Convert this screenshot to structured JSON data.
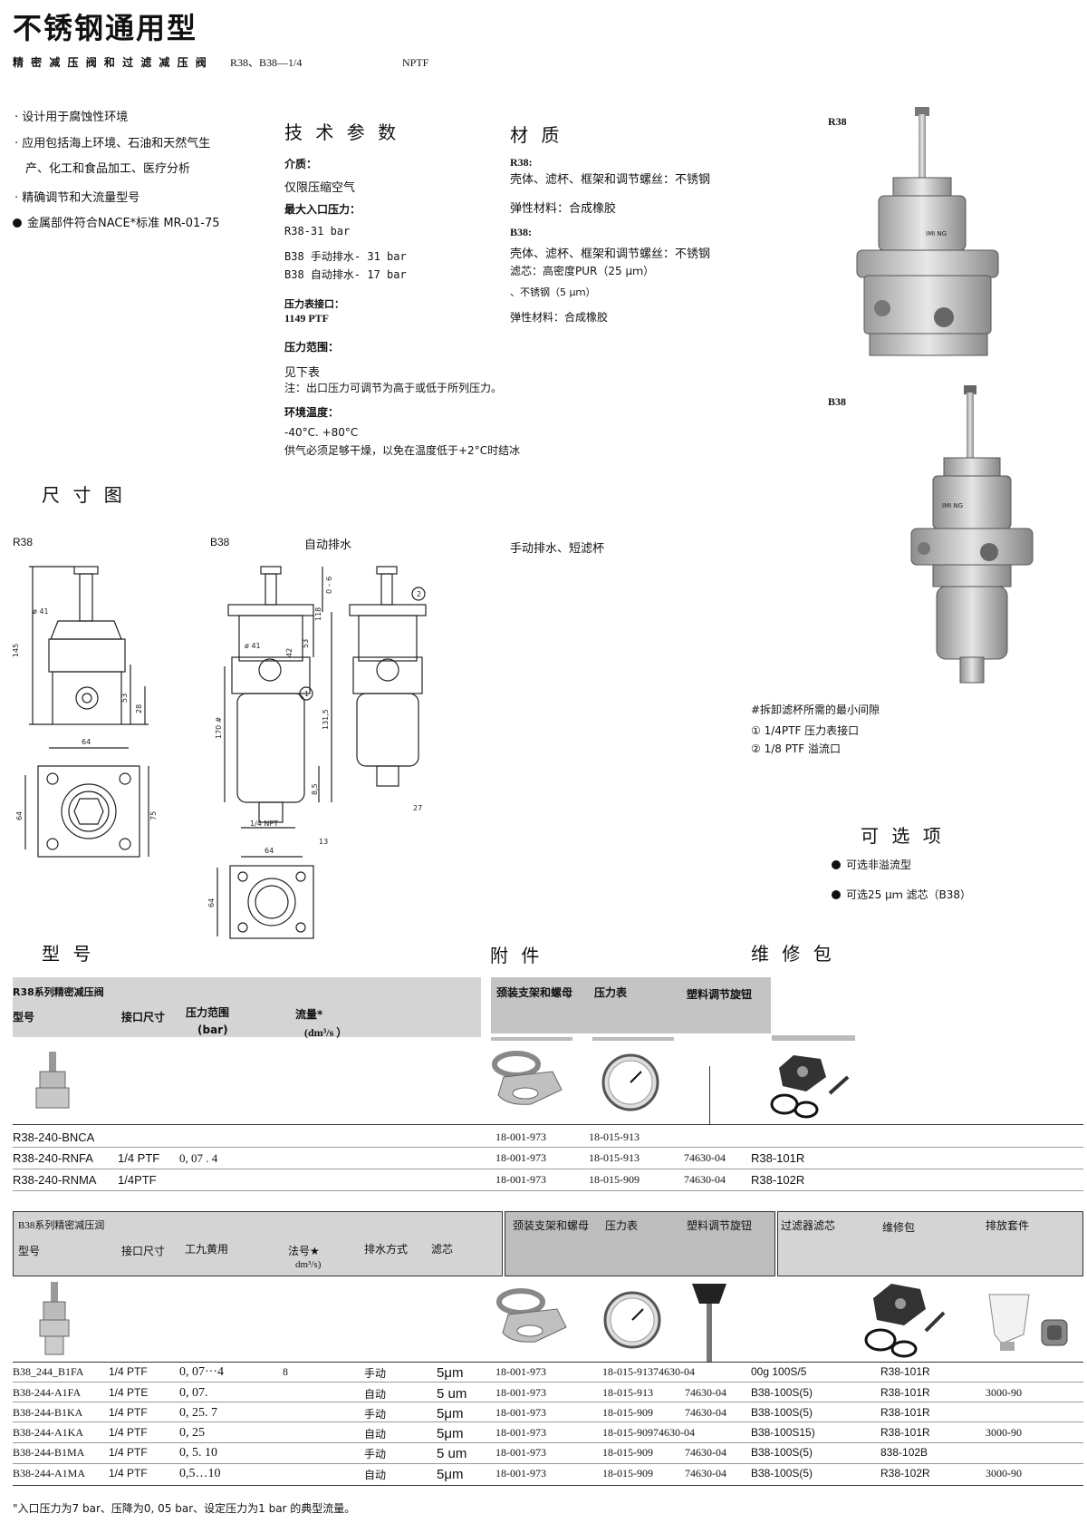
{
  "header": {
    "title": "不锈钢通用型",
    "subtitle": "精 密 减 压 阀 和 过 滤 减 压 阀",
    "models": "R38、B38—1/4",
    "thread": "NPTF"
  },
  "features": [
    "· 设计用于腐蚀性环境",
    "· 应用包括海上环境、石油和天然气生",
    "产、化工和食品加工、医疗分析",
    "· 精确调节和大流量型号",
    "金属部件符合NACE*标准 MR-01-75"
  ],
  "tech": {
    "title": "技 术 参 数",
    "medium_label": "介质：",
    "medium_value": "仅限压缩空气",
    "max_inlet_label": "最大入口压力：",
    "r38_value": "R38-31       bar",
    "b38_manual": "B38  手动排水- 31  bar",
    "b38_auto": "B38  自动排水- 17  bar",
    "gauge_port_label": "压力表接口：",
    "gauge_port_value": "1149  PTF",
    "pressure_range_label": "压力范围：",
    "pressure_range_value": "见下表",
    "pressure_range_note": "注：出口压力可调节为高于或低于所列压力。",
    "temp_label": "环境温度：",
    "temp_value": "-40°C.       +80°C",
    "temp_note": "供气必须足够干燥，以免在温度低于+2°C时结冰"
  },
  "material": {
    "title": "材   质",
    "r38_label": "R38:",
    "r38_line1": "壳体、滤杯、框架和调节螺丝：不锈钢",
    "r38_line2": "弹性材料：合成橡胶",
    "b38_label": "B38:",
    "b38_line1": "壳体、滤杯、框架和调节螺丝：不锈钢",
    "b38_line2": "滤芯：高密度PUR（25        μｍ）",
    "b38_line3": "、不锈钢（5 μｍ）",
    "b38_line4": "弹性材料：合成橡胶"
  },
  "photos": {
    "r38_label": "R38",
    "b38_label": "B38",
    "badge_text": "IMI NG"
  },
  "dims": {
    "title": "尺 寸 图",
    "r38": "R38",
    "b38": "B38",
    "auto_drain": "自动排水",
    "manual_short": "手动排水、短滤杯",
    "labels": {
      "d41": "ø 41",
      "d41b": "ø 41",
      "h145": "145",
      "h53": "53",
      "h28": "28",
      "w64a": "64",
      "h64a": "64",
      "h75": "75",
      "r0_6": "0 – 6",
      "h118": "118",
      "h53b": "53",
      "h42": "42",
      "h170": "170 #",
      "h131": "131,5",
      "h85": "8,5",
      "npt": "1/4 NPT",
      "w64b": "64",
      "h64b": "64",
      "n27": "27",
      "n13": "13",
      "c1": "1",
      "c2": "2"
    },
    "notes": {
      "min_clear": "#拆卸滤杯所需的最小间隙",
      "port1": "①  1/4PTF 压力表接口",
      "port2": "②  1/8 PTF 溢流口"
    }
  },
  "options": {
    "title": "可 选 项",
    "opt1": "可选非溢流型",
    "opt2": "可选25 μｍ 滤芯（B38）"
  },
  "sections": {
    "model": "型 号",
    "accessories": "附 件",
    "service": "维 修 包"
  },
  "r38_table": {
    "series": "R38系列精密减压阀",
    "col_model": "型号",
    "col_port": "接口尺寸",
    "col_range": "压力范围",
    "col_range_unit": "(bar)",
    "col_flow": "流量*",
    "col_flow_unit": "(dm³/s  ）",
    "acc_bracket": "颈装支架和螺母",
    "acc_gauge": "压力表",
    "acc_knob": "塑料调节旋钮",
    "rows": [
      {
        "model": "R38-240-BNCA",
        "port": "",
        "range": "",
        "bracket": "18-001-973",
        "gauge": "18-015-913",
        "knob": "",
        "kit": ""
      },
      {
        "model": "R38-240-RNFA",
        "port": "1/4 PTF",
        "range": "0, 07    .      4",
        "bracket": "18-001-973",
        "gauge": "18-015-913",
        "knob": "74630-04",
        "kit": "R38-101R"
      },
      {
        "model": "R38-240-RNMA",
        "port": "1/4PTF",
        "range": "",
        "bracket": "18-001-973",
        "gauge": "18-015-909",
        "knob": "74630-04",
        "kit": "R38-102R"
      }
    ]
  },
  "b38_table": {
    "series": "B38系列精密减压润",
    "col_model": "型号",
    "col_port": "接口尺寸",
    "col_range": "工九黄用",
    "col_flow": "法号★",
    "col_flow_unit": "dm³/s)",
    "col_drain": "排水方式",
    "col_filter": "滤芯",
    "acc_bracket": "颈装支架和螺母",
    "acc_gauge": "压力表",
    "acc_knob": "塑料调节旋钮",
    "col_element": "过滤器滤芯",
    "col_kit": "维修包",
    "col_drainkit": "排放套件",
    "rows": [
      {
        "model": "B38_244_B1FA",
        "port": "1/4  PTF",
        "range": "0, 07···4",
        "flow": "8",
        "drain": "手动",
        "filter": "5μm",
        "bracket": "18-001-973",
        "gauge": "18-015-91374630-04",
        "knob": "",
        "element": "00g    100S/5",
        "kit": "R38-101R",
        "drainkit": ""
      },
      {
        "model": "B38-244-A1FA",
        "port": "1/4 PTE",
        "range": "0, 07.",
        "flow": "",
        "drain": "自动",
        "filter": "5  um",
        "bracket": "18-001-973",
        "gauge": "18-015-913",
        "knob": "74630-04",
        "element": "B38-100S(5)",
        "kit": "R38-101R",
        "drainkit": "3000-90"
      },
      {
        "model": "B38-244-B1KA",
        "port": "1/4    PTF",
        "range": "0, 25. 7",
        "flow": "",
        "drain": "手动",
        "filter": "5μm",
        "bracket": "18-001-973",
        "gauge": "18-015-909",
        "knob": "74630-04",
        "element": "B38-100S(5)",
        "kit": "R38-101R",
        "drainkit": ""
      },
      {
        "model": "B38-244-A1KA",
        "port": "1/4 PTF",
        "range": "0, 25",
        "flow": "",
        "drain": "自动",
        "filter": "5μm",
        "bracket": "18-001-973",
        "gauge": "18-015-90974630-04",
        "knob": "",
        "element": "B38-100S15)",
        "kit": "R38-101R",
        "drainkit": "3000-90"
      },
      {
        "model": "B38-244-B1MA",
        "port": "1/4 PTF",
        "range": "0, 5. 10",
        "flow": "",
        "drain": "手动",
        "filter": "5 um",
        "bracket": "18-001-973",
        "gauge": "18-015-909",
        "knob": "74630-04",
        "element": "B38-100S(5)",
        "kit": "838-102B",
        "drainkit": ""
      },
      {
        "model": "B38-244-A1MA",
        "port": "1/4      PTF",
        "range": "0,5…10",
        "flow": "",
        "drain": "自动",
        "filter": "5μm",
        "bracket": "18-001-973",
        "gauge": "18-015-909",
        "knob": "74630-04",
        "element": "B38-100S(5)",
        "kit": "R38-102R",
        "drainkit": "3000-90"
      }
    ]
  },
  "footnote": "\"入口压力为7 bar、压降为0, 05 bar、设定压力为1 bar 的典型流量。"
}
